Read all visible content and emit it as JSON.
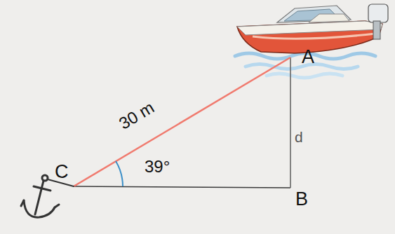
{
  "diagram": {
    "labels": [
      "A",
      "30 m",
      "d",
      "C",
      "39°",
      "B"
    ]
  }
}
